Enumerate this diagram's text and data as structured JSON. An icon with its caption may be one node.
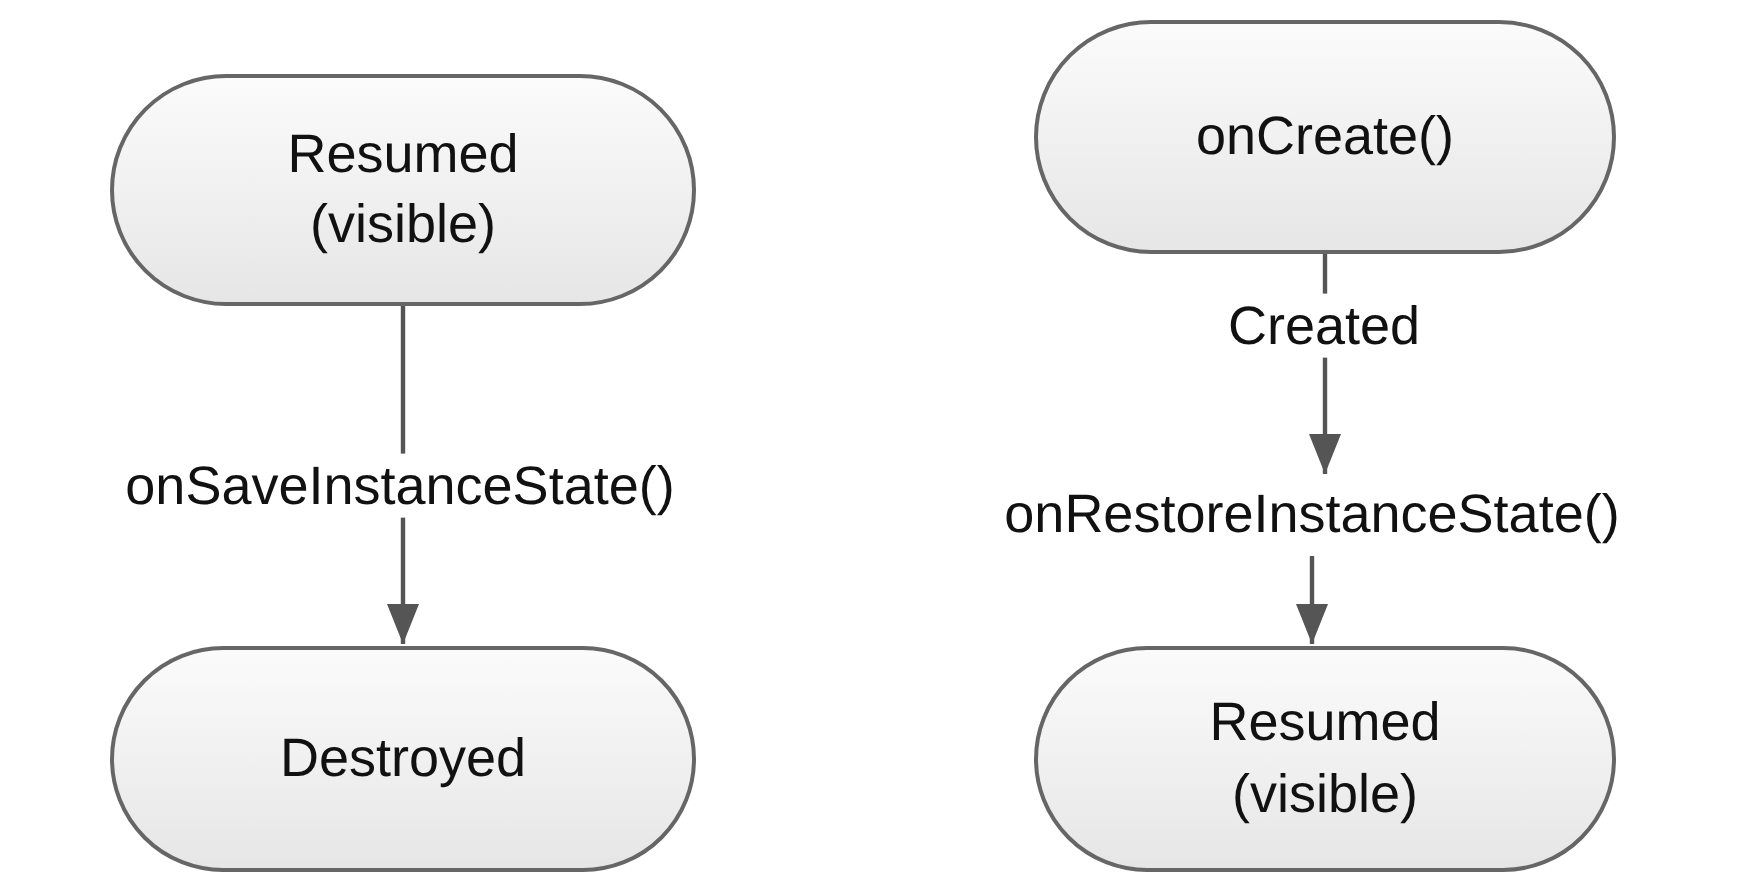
{
  "diagram": {
    "nodes": [
      {
        "text": [
          "Resumed (visible)"
        ]
      },
      {
        "text": [
          "Destroyed"
        ]
      },
      {
        "text": [
          "onCreate()"
        ]
      },
      {
        "text": [
          "onRestoreInstanceState()"
        ]
      },
      {
        "text": [
          "Resumed (visible)"
        ]
      }
    ],
    "edges": [
      {
        "from": 0,
        "to": 1,
        "arrow": "to",
        "label": "onSaveInstanceState()"
      },
      {
        "from": 2,
        "to": 3,
        "arrow": "to",
        "label": "Created"
      },
      {
        "from": 3,
        "to": 4,
        "arrow": "to"
      }
    ]
  }
}
